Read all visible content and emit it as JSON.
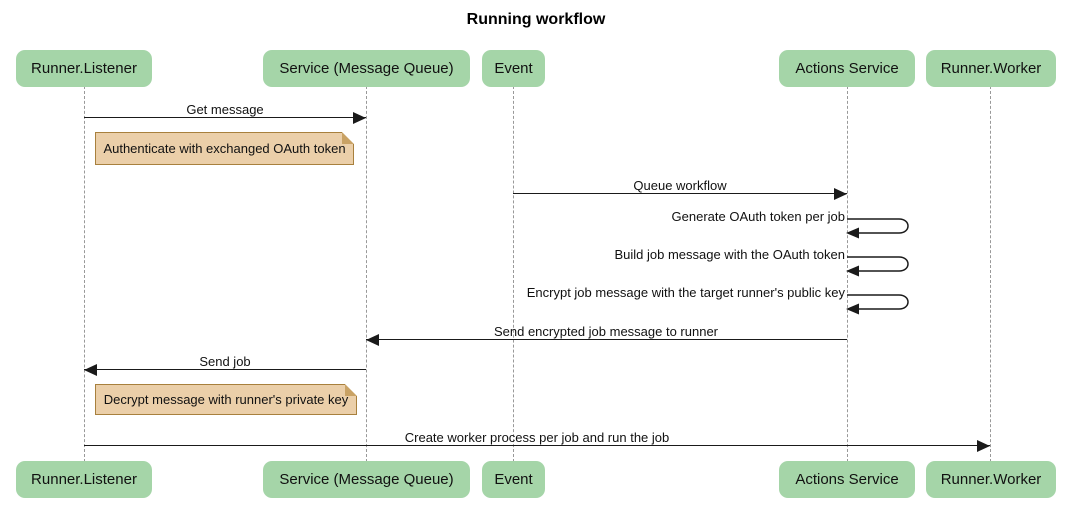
{
  "title": "Running workflow",
  "participants": [
    {
      "label": "Runner.Listener"
    },
    {
      "label": "Service (Message Queue)"
    },
    {
      "label": "Event"
    },
    {
      "label": "Actions Service"
    },
    {
      "label": "Runner.Worker"
    }
  ],
  "messages": {
    "get_message": "Get message",
    "queue_workflow": "Queue workflow",
    "generate_token": "Generate OAuth token per job",
    "build_job_message": "Build job message with the OAuth token",
    "encrypt_job_message": "Encrypt job message with the target runner's public key",
    "send_encrypted": "Send encrypted job message to runner",
    "send_job": "Send job",
    "create_worker": "Create worker process per job and run the job"
  },
  "notes": {
    "authenticate": "Authenticate with exchanged OAuth token",
    "decrypt": "Decrypt message with runner's private key"
  },
  "colors": {
    "actor_fill": "#a5d5a8",
    "note_fill": "#ebcfa9",
    "note_border": "#a8803d",
    "lifeline": "#999999",
    "arrow": "#1a1a1a",
    "text": "#111111"
  }
}
